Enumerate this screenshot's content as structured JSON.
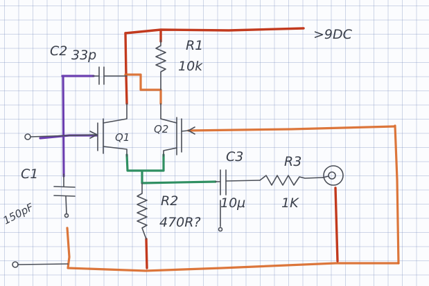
{
  "labels": {
    "supply": ">9DC",
    "c2_name": "C2",
    "c2_value": "33p",
    "r1_name": "R1",
    "r1_value": "10k",
    "c1_name": "C1",
    "c1_value": "150pF",
    "q1": "Q1",
    "q2": "Q2",
    "r2_name": "R2",
    "r2_value": "470R?",
    "c3_name": "C3",
    "c3_value": "10µ",
    "r3_name": "R3",
    "r3_value": "1K"
  },
  "colors": {
    "supply_wire": "#c23a1e",
    "ground_wire": "#d96a2a",
    "input_wire": "#6b3fb0",
    "emitter_wire": "#2f8f62",
    "pen": "#4a4e57",
    "grid": "#8c9cc8"
  }
}
